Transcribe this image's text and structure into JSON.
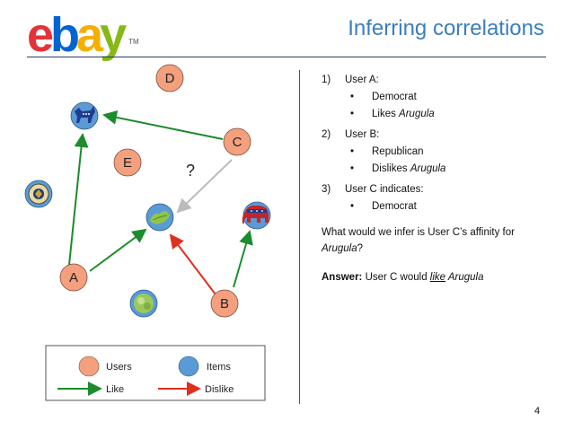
{
  "logo": {
    "letters": [
      "e",
      "b",
      "a",
      "y"
    ],
    "colors": [
      "#e53238",
      "#0064d2",
      "#f5af02",
      "#86b817"
    ],
    "tm": "TM"
  },
  "title": "Inferring correlations",
  "diagram": {
    "user_labels": [
      "D",
      "C",
      "E",
      "A",
      "B"
    ],
    "question": "?",
    "icons": [
      "democrat-donkey-icon",
      "republican-elephant-icon",
      "arugula-icon",
      "lettuce-icon",
      "seal-icon"
    ],
    "edges": [
      {
        "from": "C",
        "to": "democrat-donkey-icon",
        "type": "like"
      },
      {
        "from": "A",
        "to": "democrat-donkey-icon",
        "type": "like"
      },
      {
        "from": "A",
        "to": "arugula-icon",
        "type": "like"
      },
      {
        "from": "B",
        "to": "arugula-icon",
        "type": "dislike"
      },
      {
        "from": "B",
        "to": "republican-elephant-icon",
        "type": "like"
      },
      {
        "from": "C",
        "to": "arugula-icon",
        "type": "inferred"
      }
    ],
    "colors": {
      "user": "#f4a07f",
      "item": "#5a9ad5",
      "like": "#1c8c2c",
      "dislike": "#e0301e",
      "inferred": "#bbbbbb"
    }
  },
  "legend": {
    "users": "Users",
    "items": "Items",
    "like": "Like",
    "dislike": "Dislike"
  },
  "facts": {
    "a_title": "User A:",
    "a_b1": "Democrat",
    "a_b2_pre": "Likes ",
    "a_b2_item": "Arugula",
    "b_title": "User B:",
    "b_b1": "Republican",
    "b_b2_pre": "Dislikes ",
    "b_b2_item": "Arugula",
    "c_title": "User C indicates:",
    "c_b1": "Democrat",
    "n1": "1)",
    "n2": "2)",
    "n3": "3)",
    "bullet": "•"
  },
  "question": {
    "pre": "What would we infer is User C’s affinity for ",
    "item": "Arugula",
    "post": "?"
  },
  "answer": {
    "label": "Answer:",
    "pre": " User C would ",
    "verb": "like",
    "item": " Arugula"
  },
  "page_number": "4"
}
